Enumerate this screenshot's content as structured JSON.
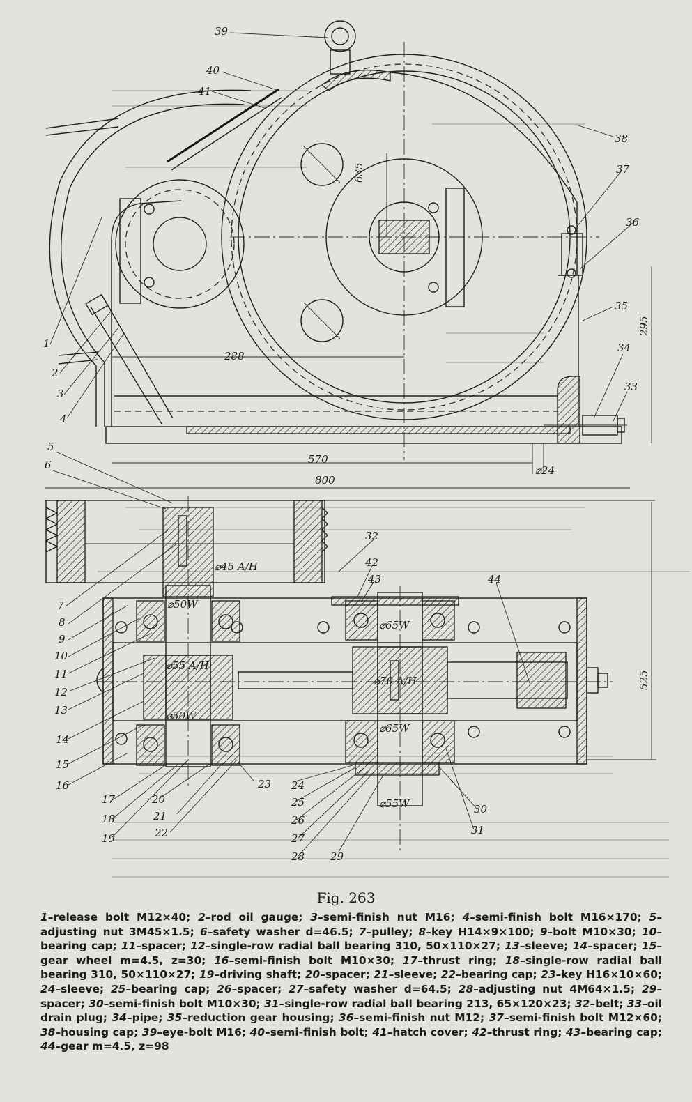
{
  "figure": {
    "title": "Fig. 263"
  },
  "dimensions": {
    "d635": "635",
    "d288": "288",
    "d570": "570",
    "d800": "800",
    "d295": "295",
    "d525": "525",
    "d24": "⌀24",
    "phi45": "⌀45 A/H",
    "phi50a": "⌀50W",
    "phi55": "⌀55 A/H",
    "phi50b": "⌀50W",
    "phi65a": "⌀65W",
    "phi70": "⌀70 A/H",
    "phi65b": "⌀65W",
    "phi55w": "⌀55W"
  },
  "callouts": [
    "1",
    "2",
    "3",
    "4",
    "5",
    "6",
    "7",
    "8",
    "9",
    "10",
    "11",
    "12",
    "13",
    "14",
    "15",
    "16",
    "17",
    "18",
    "19",
    "20",
    "21",
    "22",
    "23",
    "24",
    "25",
    "26",
    "27",
    "28",
    "29",
    "30",
    "31",
    "32",
    "33",
    "34",
    "35",
    "36",
    "37",
    "38",
    "39",
    "40",
    "41",
    "42",
    "43",
    "44"
  ],
  "legend": [
    {
      "n": "1",
      "t": "–release bolt M12×40;"
    },
    {
      "n": "2",
      "t": "–rod oil gauge;"
    },
    {
      "n": "3",
      "t": "–semi-finish nut M16;"
    },
    {
      "n": "4",
      "t": "–semi-finish bolt M16×170;"
    },
    {
      "n": "5",
      "t": "–adjusting nut 3M45×1.5;"
    },
    {
      "n": "6",
      "t": "–safety washer d=46.5;"
    },
    {
      "n": "7",
      "t": "–pulley;"
    },
    {
      "n": "8",
      "t": "–key H14×9×100;"
    },
    {
      "n": "9",
      "t": "–bolt M10×30;"
    },
    {
      "n": "10",
      "t": "–bearing cap;"
    },
    {
      "n": "11",
      "t": "–spacer;"
    },
    {
      "n": "12",
      "t": "–single-row radial ball bearing 310, 50×110×27;"
    },
    {
      "n": "13",
      "t": "–sleeve;"
    },
    {
      "n": "14",
      "t": "–spacer;"
    },
    {
      "n": "15",
      "t": "–gear wheel m=4.5, z=30;"
    },
    {
      "n": "16",
      "t": "–semi-finish bolt M10×30;"
    },
    {
      "n": "17",
      "t": "–thrust ring;"
    },
    {
      "n": "18",
      "t": "–single-row radial ball bearing 310, 50×110×27;"
    },
    {
      "n": "19",
      "t": "–driving shaft;"
    },
    {
      "n": "20",
      "t": "–spacer;"
    },
    {
      "n": "21",
      "t": "–sleeve;"
    },
    {
      "n": "22",
      "t": "–bearing cap;"
    },
    {
      "n": "23",
      "t": "–key H16×10×60;"
    },
    {
      "n": "24",
      "t": "–sleeve;"
    },
    {
      "n": "25",
      "t": "–bearing cap;"
    },
    {
      "n": "26",
      "t": "–spacer;"
    },
    {
      "n": "27",
      "t": "–safety washer d=64.5;"
    },
    {
      "n": "28",
      "t": "–adjusting nut 4M64×1.5;"
    },
    {
      "n": "29",
      "t": "–spacer;"
    },
    {
      "n": "30",
      "t": "–semi-finish bolt M10×30;"
    },
    {
      "n": "31",
      "t": "–single-row radial ball bearing 213, 65×120×23;"
    },
    {
      "n": "32",
      "t": "–belt;"
    },
    {
      "n": "33",
      "t": "–oil drain plug;"
    },
    {
      "n": "34",
      "t": "–pipe;"
    },
    {
      "n": "35",
      "t": "–reduction gear housing;"
    },
    {
      "n": "36",
      "t": "–semi-finish nut M12;"
    },
    {
      "n": "37",
      "t": "–semi-finish bolt M12×60;"
    },
    {
      "n": "38",
      "t": "–housing cap;"
    },
    {
      "n": "39",
      "t": "–eye-bolt M16;"
    },
    {
      "n": "40",
      "t": "–semi-finish bolt;"
    },
    {
      "n": "41",
      "t": "–hatch cover;"
    },
    {
      "n": "42",
      "t": "–thrust ring;"
    },
    {
      "n": "43",
      "t": "–bearing cap;"
    },
    {
      "n": "44",
      "t": "–gear m=4.5, z=98"
    }
  ]
}
